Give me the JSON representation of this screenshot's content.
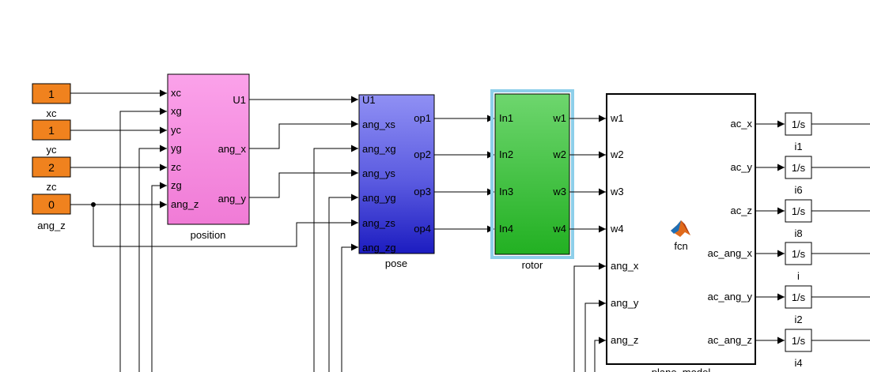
{
  "constants": [
    {
      "value": "1",
      "label": "xc"
    },
    {
      "value": "1",
      "label": "yc"
    },
    {
      "value": "2",
      "label": "zc"
    },
    {
      "value": "0",
      "label": "ang_z"
    }
  ],
  "position": {
    "name": "position",
    "inputs": [
      "xc",
      "xg",
      "yc",
      "yg",
      "zc",
      "zg",
      "ang_z"
    ],
    "outputs": [
      "U1",
      "ang_x",
      "ang_y"
    ]
  },
  "pose": {
    "name": "pose",
    "inputs": [
      "U1",
      "ang_xs",
      "ang_xg",
      "ang_ys",
      "ang_yg",
      "ang_zs",
      "ang_zg"
    ],
    "outputs": [
      "op1",
      "op2",
      "op3",
      "op4"
    ]
  },
  "rotor": {
    "name": "rotor",
    "inputs": [
      "In1",
      "In2",
      "In3",
      "In4"
    ],
    "outputs": [
      "w1",
      "w2",
      "w3",
      "w4"
    ]
  },
  "fcn_block": {
    "name": "plane_model",
    "icon_label": "fcn",
    "inputs": [
      "w1",
      "w2",
      "w3",
      "w4",
      "ang_x",
      "ang_y",
      "ang_z"
    ],
    "outputs": [
      "ac_x",
      "ac_y",
      "ac_z",
      "ac_ang_x",
      "ac_ang_y",
      "ac_ang_z"
    ]
  },
  "integrators": [
    {
      "label": "1/s",
      "name": "i1"
    },
    {
      "label": "1/s",
      "name": "i6"
    },
    {
      "label": "1/s",
      "name": "i8"
    },
    {
      "label": "1/s",
      "name": "i"
    },
    {
      "label": "1/s",
      "name": "i2"
    },
    {
      "label": "1/s",
      "name": "i4"
    }
  ],
  "colors": {
    "constant_fill": "#f0821e",
    "position_fill": "#f58fe0",
    "pose_fill_top": "#8a8af2",
    "pose_fill_bottom": "#2424c8",
    "rotor_fill": "#3ec43e",
    "rotor_border": "#8ecfea"
  }
}
